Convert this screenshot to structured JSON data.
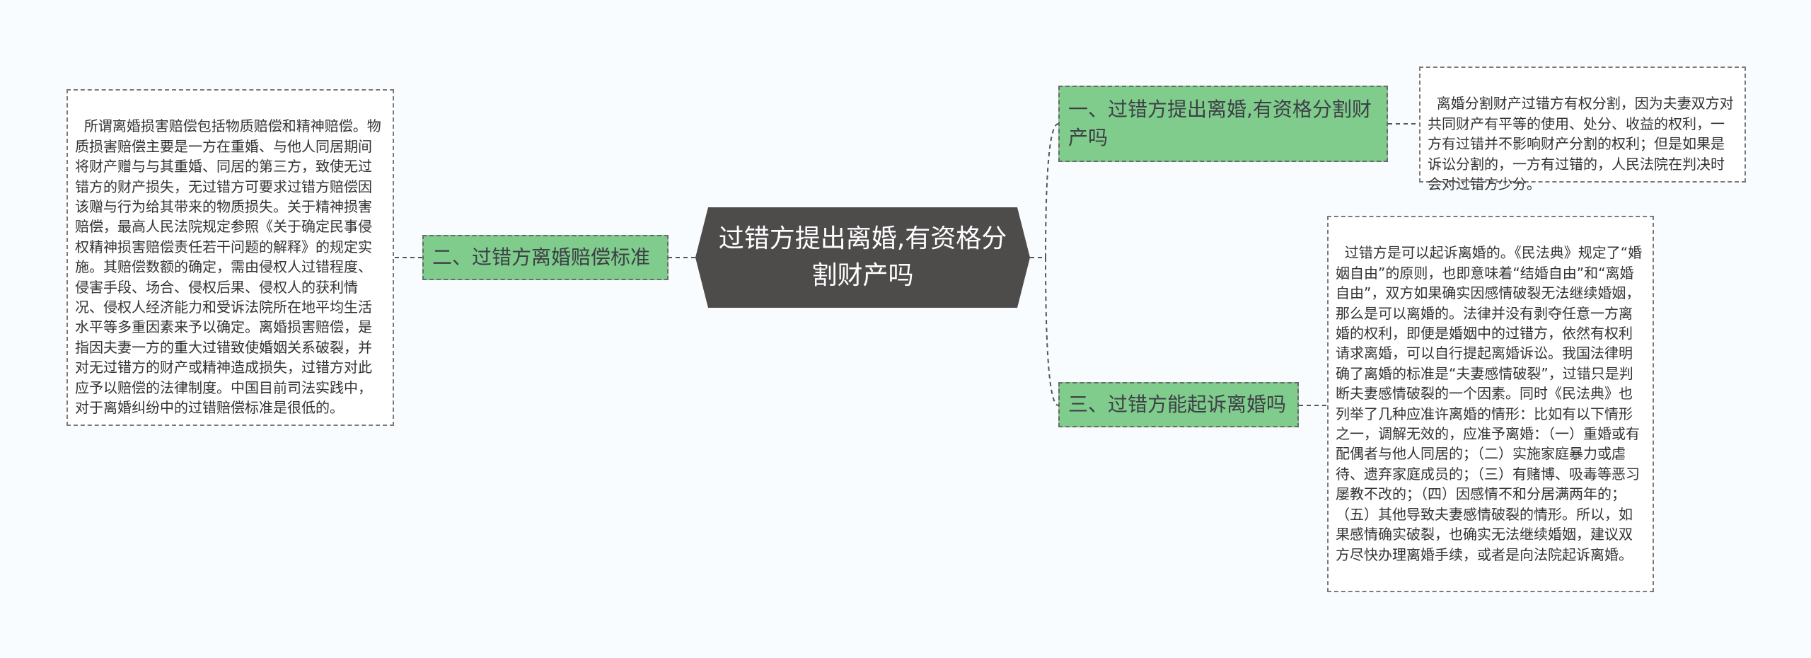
{
  "root": {
    "text": "过错方提出离婚,有资格分割财产吗"
  },
  "branches": [
    {
      "label": "一、过错方提出离婚,有资格分割财产吗",
      "detail": "离婚分割财产过错方有权分割，因为夫妻双方对共同财产有平等的使用、处分、收益的权利，一方有过错并不影响财产分割的权利；但是如果是诉讼分割的，一方有过错的，人民法院在判决时会对过错方少分。"
    },
    {
      "label": "二、过错方离婚赔偿标准",
      "detail": "所谓离婚损害赔偿包括物质赔偿和精神赔偿。物质损害赔偿主要是一方在重婚、与他人同居期间将财产赠与与其重婚、同居的第三方，致使无过错方的财产损失，无过错方可要求过错方赔偿因该赠与行为给其带来的物质损失。关于精神损害赔偿，最高人民法院规定参照《关于确定民事侵权精神损害赔偿责任若干问题的解释》的规定实施。其赔偿数额的确定，需由侵权人过错程度、侵害手段、场合、侵权后果、侵权人的获利情况、侵权人经济能力和受诉法院所在地平均生活水平等多重因素来予以确定。离婚损害赔偿，是指因夫妻一方的重大过错致使婚姻关系破裂，并对无过错方的财产或精神造成损失，过错方对此应予以赔偿的法律制度。中国目前司法实践中，对于离婚纠纷中的过错赔偿标准是很低的。"
    },
    {
      "label": "三、过错方能起诉离婚吗",
      "detail": "过错方是可以起诉离婚的。《民法典》规定了“婚姻自由”的原则，也即意味着“结婚自由”和“离婚自由”，双方如果确实因感情破裂无法继续婚姻，那么是可以离婚的。法律并没有剥夺任意一方离婚的权利，即便是婚姻中的过错方，依然有权利请求离婚，可以自行提起离婚诉讼。我国法律明确了离婚的标准是“夫妻感情破裂”，过错只是判断夫妻感情破裂的一个因素。同时《民法典》也列举了几种应准许离婚的情形：比如有以下情形之一，调解无效的，应准予离婚：（一）重婚或有配偶者与他人同居的；（二）实施家庭暴力或虐待、遗弃家庭成员的；（三）有赌博、吸毒等恶习屡教不改的；（四）因感情不和分居满两年的；（五）其他导致夫妻感情破裂的情形。所以，如果感情确实破裂，也确实无法继续婚姻，建议双方尽快办理离婚手续，或者是向法院起诉离婚。"
    }
  ],
  "colors": {
    "background": "#f9fcfe",
    "root_fill": "#4e4b4b",
    "branch_fill": "#80cc8c",
    "leaf_fill": "#ffffff",
    "connector": "#555555"
  }
}
